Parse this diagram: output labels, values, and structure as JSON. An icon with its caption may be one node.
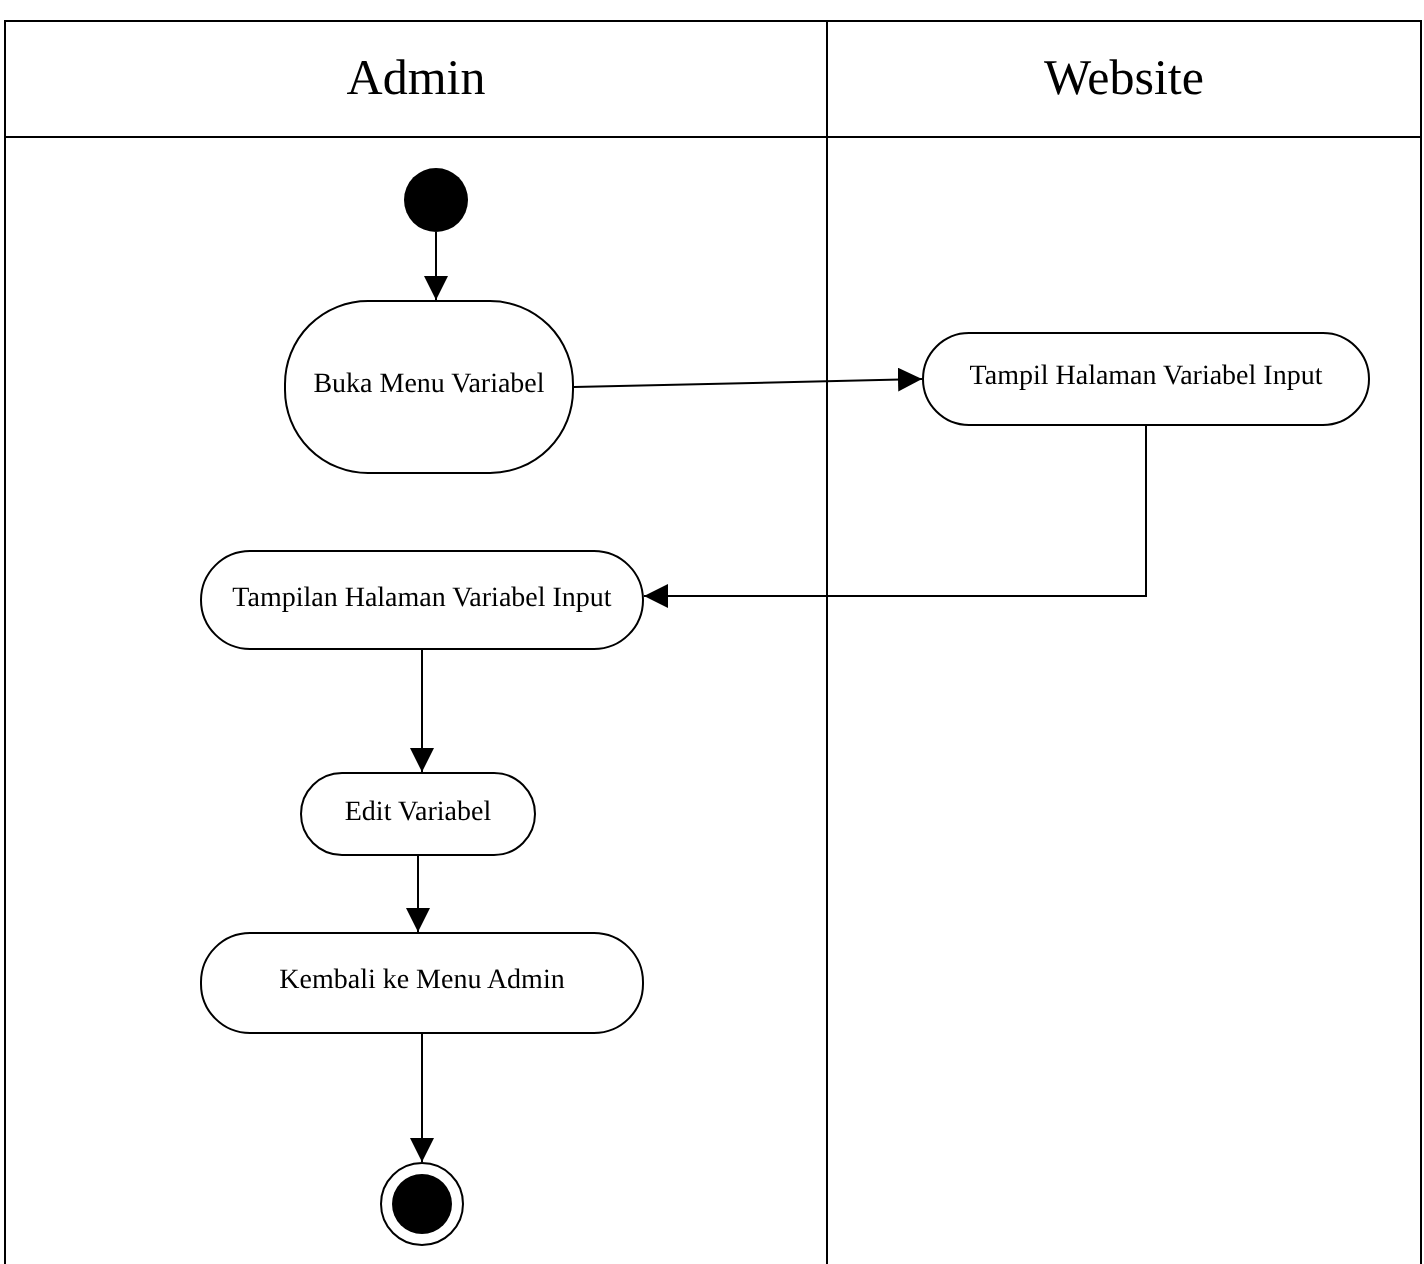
{
  "diagram": {
    "nodes": [
      {
        "text": [
          "Admin"
        ]
      },
      {
        "text": [
          "Website"
        ]
      },
      {
        "text": [],
        "shape": "circle",
        "in": 0
      },
      {
        "text": [
          "Buka Menu Variabel"
        ],
        "in": 0
      },
      {
        "text": [
          "Tampil Halaman Variabel Input"
        ],
        "in": 1
      },
      {
        "text": [
          "Tampilan Halaman Variabel Input"
        ],
        "in": 0
      },
      {
        "text": [
          "Edit Variabel"
        ],
        "in": 0
      },
      {
        "text": [
          "Kembali ke Menu Admin"
        ],
        "in": 0
      },
      {
        "text": [],
        "shape": "bullseye",
        "in": 0
      }
    ],
    "edges": [
      {
        "from": 2,
        "to": 3,
        "arrow": "to"
      },
      {
        "from": 3,
        "to": 4,
        "arrow": "to"
      },
      {
        "from": 4,
        "to": 5,
        "arrow": "to"
      },
      {
        "from": 5,
        "to": 6,
        "arrow": "to"
      },
      {
        "from": 6,
        "to": 7,
        "arrow": "to"
      },
      {
        "from": 7,
        "to": 8,
        "arrow": "to"
      }
    ]
  }
}
